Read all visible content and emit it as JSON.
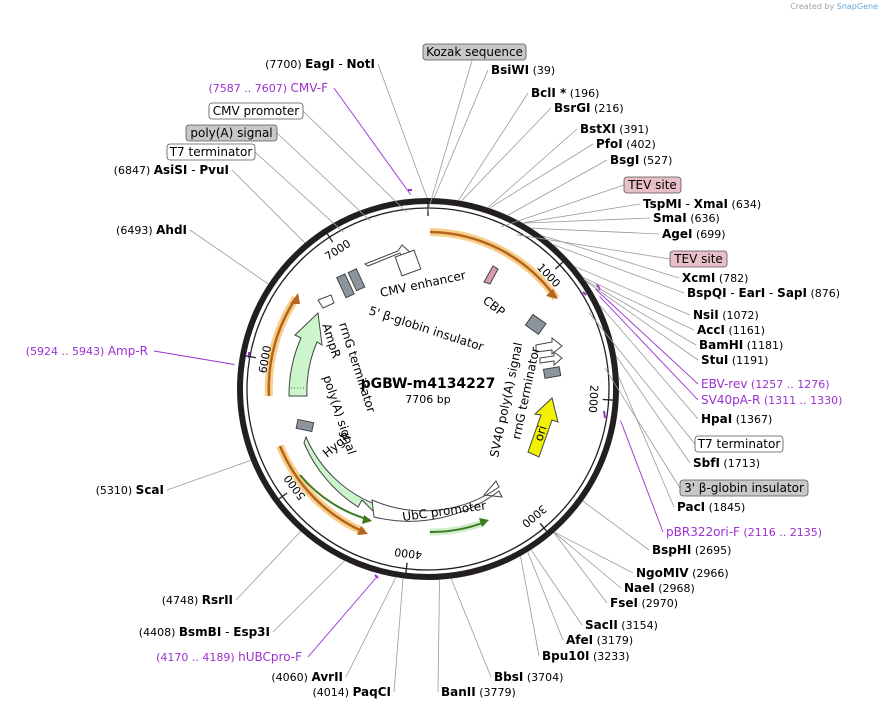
{
  "credit": {
    "created_by": "Created by",
    "brand": "SnapGene"
  },
  "plasmid": {
    "name": "pGBW-m4134227",
    "length": "7706 bp",
    "total_bp": 7706
  },
  "ticks": [
    "1000",
    "2000",
    "3000",
    "4000",
    "5000",
    "6000",
    "7000"
  ],
  "sites": [
    {
      "names": [
        "BsiWI"
      ],
      "pos": "(39)"
    },
    {
      "names": [
        "BclI *"
      ],
      "pos": "(196)"
    },
    {
      "names": [
        "BsrGI"
      ],
      "pos": "(216)"
    },
    {
      "names": [
        "BstXI"
      ],
      "pos": "(391)"
    },
    {
      "names": [
        "PfoI"
      ],
      "pos": "(402)"
    },
    {
      "names": [
        "BsgI"
      ],
      "pos": "(527)"
    },
    {
      "names": [
        "TspMI",
        "XmaI"
      ],
      "pos": "(634)"
    },
    {
      "names": [
        "SmaI"
      ],
      "pos": "(636)"
    },
    {
      "names": [
        "AgeI"
      ],
      "pos": "(699)"
    },
    {
      "names": [
        "XcmI"
      ],
      "pos": "(782)"
    },
    {
      "names": [
        "BspQI",
        "EarI",
        "SapI"
      ],
      "pos": "(876)"
    },
    {
      "names": [
        "NsiI"
      ],
      "pos": "(1072)"
    },
    {
      "names": [
        "AccI"
      ],
      "pos": "(1161)"
    },
    {
      "names": [
        "BamHI"
      ],
      "pos": "(1181)"
    },
    {
      "names": [
        "StuI"
      ],
      "pos": "(1191)"
    },
    {
      "names": [
        "HpaI"
      ],
      "pos": "(1367)"
    },
    {
      "names": [
        "SbfI"
      ],
      "pos": "(1713)"
    },
    {
      "names": [
        "PacI"
      ],
      "pos": "(1845)"
    },
    {
      "names": [
        "BspHI"
      ],
      "pos": "(2695)"
    },
    {
      "names": [
        "NgoMIV"
      ],
      "pos": "(2966)"
    },
    {
      "names": [
        "NaeI"
      ],
      "pos": "(2968)"
    },
    {
      "names": [
        "FseI"
      ],
      "pos": "(2970)"
    },
    {
      "names": [
        "SacII"
      ],
      "pos": "(3154)"
    },
    {
      "names": [
        "AfeI"
      ],
      "pos": "(3179)"
    },
    {
      "names": [
        "Bpu10I"
      ],
      "pos": "(3233)"
    },
    {
      "names": [
        "BbsI"
      ],
      "pos": "(3704)"
    },
    {
      "names": [
        "BanII"
      ],
      "pos": "(3779)"
    },
    {
      "names": [
        "PaqCI"
      ],
      "pos": "(4014)"
    },
    {
      "names": [
        "AvrII"
      ],
      "pos": "(4060)"
    },
    {
      "names": [
        "BsmBI",
        "Esp3I"
      ],
      "pos": "(4408)"
    },
    {
      "names": [
        "RsrII"
      ],
      "pos": "(4748)"
    },
    {
      "names": [
        "ScaI"
      ],
      "pos": "(5310)"
    },
    {
      "names": [
        "AhdI"
      ],
      "pos": "(6493)"
    },
    {
      "names": [
        "AsiSI",
        "PvuI"
      ],
      "pos": "(6847)"
    },
    {
      "names": [
        "EagI",
        "NotI"
      ],
      "pos": "(7700)"
    }
  ],
  "primers": [
    {
      "name": "CMV-F",
      "range": "(7587 .. 7607)"
    },
    {
      "name": "Amp-R",
      "range": "(5924 .. 5943)"
    },
    {
      "name": "hUBCpro-F",
      "range": "(4170 .. 4189)"
    },
    {
      "name": "EBV-rev",
      "range": "(1257 .. 1276)"
    },
    {
      "name": "SV40pA-R",
      "range": "(1311 .. 1330)"
    },
    {
      "name": "pBR322ori-F",
      "range": "(2116 .. 2135)"
    }
  ],
  "boxed_labels": [
    {
      "text": "Kozak sequence",
      "style": "gray"
    },
    {
      "text": "TEV site",
      "style": "pink"
    },
    {
      "text": "TEV site",
      "style": "pink"
    },
    {
      "text": "T7 terminator",
      "style": "white"
    },
    {
      "text": "3' β-globin insulator",
      "style": "gray"
    },
    {
      "text": "CMV promoter",
      "style": "white"
    },
    {
      "text": "poly(A) signal",
      "style": "gray"
    },
    {
      "text": "T7 terminator",
      "style": "white"
    }
  ],
  "features": {
    "cmv_enhancer": "CMV enhancer",
    "beta_globin_5": "5' β-globin insulator",
    "cbp": "CBP",
    "sv40_polya": "SV40 poly(A) signal",
    "rrnG_right": "rrnG terminator",
    "ori": "ori",
    "ubc_promoter": "UbC promoter",
    "hygr": "HygR",
    "polya_left": "poly(A) signal",
    "rrnG_left": "rrnG terminator",
    "ampr": "AmpR"
  },
  "colors": {
    "backbone": "#231f20",
    "enzyme_text": "#000000",
    "primer": "#9b30d0",
    "orf_arrow": "#b5651d",
    "orf_halo": "#f7cf8a",
    "resistance": "#ccf5cc",
    "ori": "#f2f200",
    "cbp": "#d89bb0",
    "gray_box": "#c8c8c8",
    "pink_box": "#e8bfc8",
    "green_arrow": "#3e7a1e"
  }
}
